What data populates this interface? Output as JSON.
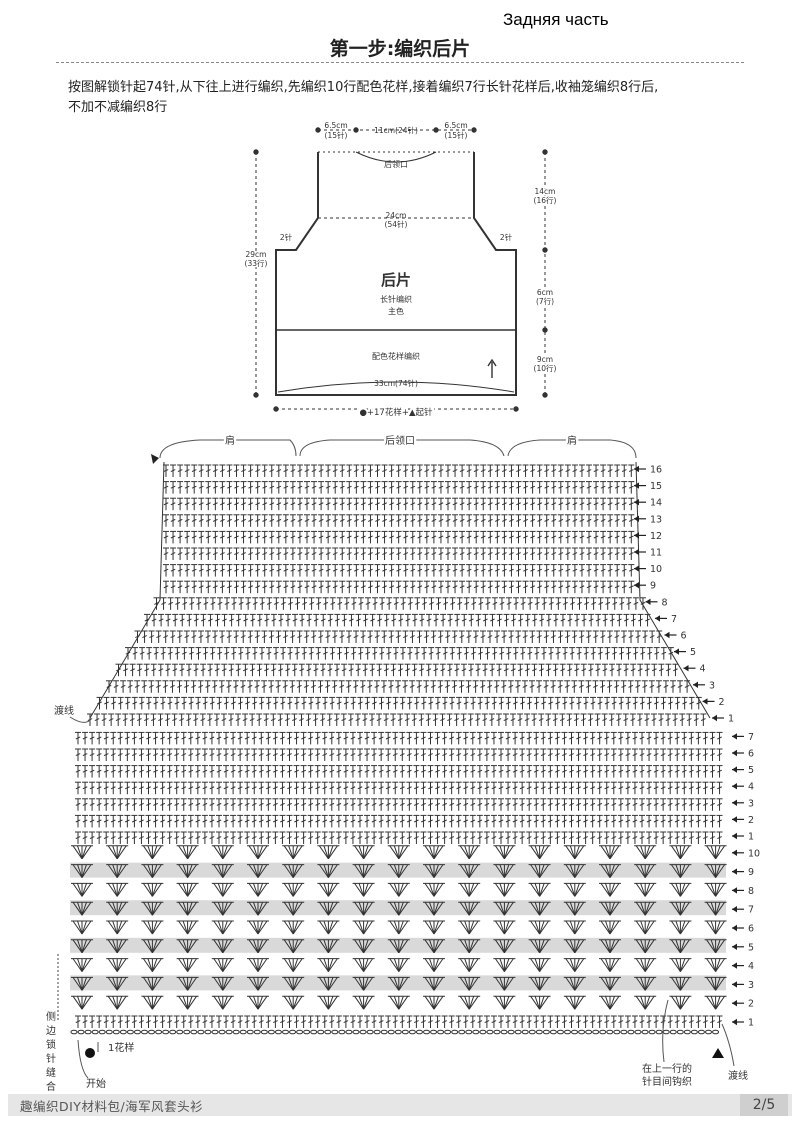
{
  "overlay_label": "Задняя часть",
  "step_title": "第一步:编织后片",
  "intro": {
    "line1": "按图解锁针起74针,从下往上进行编织,先编织10行配色花样,接着编织7行长针花样后,收袖笼编织8行后,",
    "line2": "不加不减编织8行"
  },
  "schematic": {
    "top_left": "6.5cm",
    "top_left_sts": "(15针)",
    "top_mid": "11cm(24针)",
    "top_right": "6.5cm",
    "top_right_sts": "(15针)",
    "neck": "后领口",
    "width24": "24cm",
    "width24_sts": "(54针)",
    "dec_left": "2针",
    "dec_right": "2针",
    "height29": "29cm",
    "height29_rows": "(33行)",
    "piece_name": "后片",
    "stitch": "长针编织",
    "color": "主色",
    "pattern_band": "配色花样编织",
    "width33": "33cm(74针)",
    "right14": "14cm",
    "right14_rows": "(16行)",
    "right6": "6cm",
    "right6_rows": "(7行)",
    "right9": "9cm",
    "right9_rows": "(10行)",
    "bottom_formula": "●+17花样+▲起针"
  },
  "chart": {
    "shoulder_left": "肩",
    "neck": "后领口",
    "shoulder_right": "肩",
    "top_rows": [
      "16",
      "15",
      "14",
      "13",
      "12",
      "11",
      "10",
      "9",
      "8",
      "7",
      "6",
      "5",
      "4",
      "3",
      "2",
      "1"
    ],
    "mid_rows": [
      "7",
      "6",
      "5",
      "4",
      "3",
      "2",
      "1"
    ],
    "band_rows": [
      "10",
      "9",
      "8",
      "7",
      "6",
      "5",
      "4",
      "3",
      "2",
      "1"
    ],
    "cross_left": "渡线",
    "side_seam": [
      "侧",
      "边",
      "锁",
      "针",
      "缝",
      "合"
    ],
    "one_repeat": "1花样",
    "start": "开始",
    "between_line1": "在上一行的",
    "between_line2": "针目间钩织",
    "cross_right": "渡线",
    "shade_color": "#d9d9d9"
  },
  "footer": {
    "left": "趣编织DIY材料包/海军风套头衫",
    "page": "2/5"
  }
}
